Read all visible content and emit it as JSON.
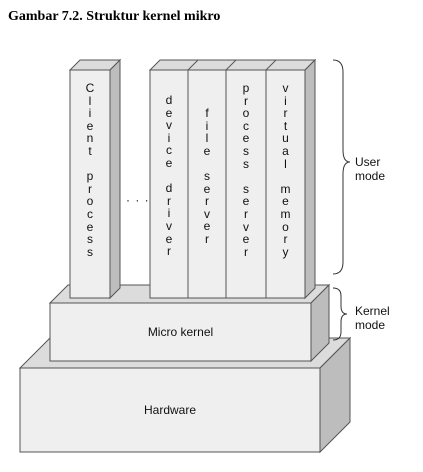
{
  "caption": "Gambar 7.2. Struktur kernel mikro",
  "columns": [
    {
      "id": "client-process",
      "text": "Client process"
    },
    {
      "id": "device-driver",
      "text": "device driver"
    },
    {
      "id": "file-server",
      "text": "file server"
    },
    {
      "id": "process-server",
      "text": "process server"
    },
    {
      "id": "virtual-memory",
      "text": "virtual memory"
    }
  ],
  "ellipsis": "· · ·",
  "layers": {
    "microkernel": "Micro kernel",
    "hardware": "Hardware"
  },
  "side_labels": {
    "user": [
      "User",
      "mode"
    ],
    "kernel": [
      "Kernel",
      "mode"
    ]
  },
  "colors": {
    "face": "#efefef",
    "top": "#dcdcdc",
    "side": "#bdbdbd",
    "stroke": "#555555"
  }
}
